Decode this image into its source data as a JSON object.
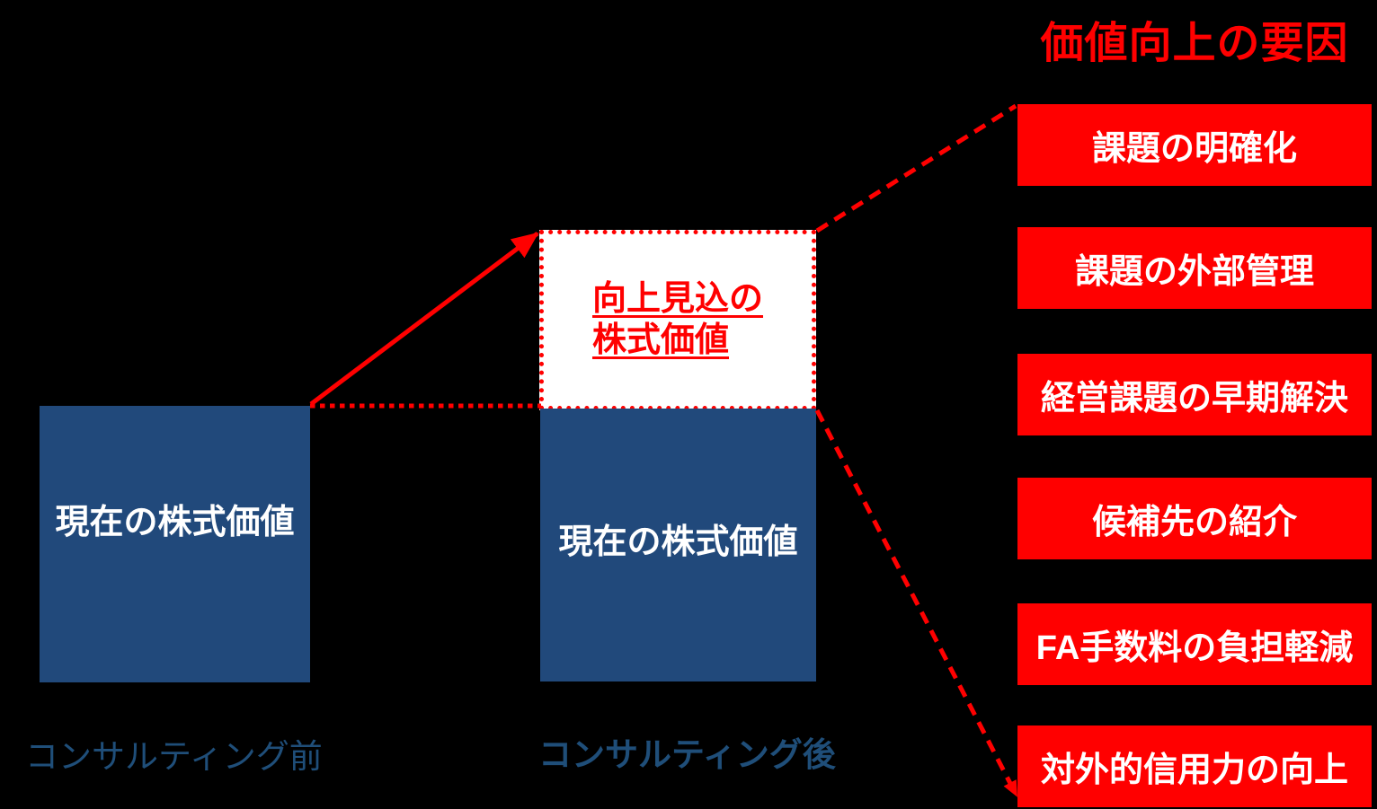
{
  "colors": {
    "background": "#000000",
    "accent_red": "#FF0000",
    "box_blue": "#21497B",
    "caption_blue": "#1F4E79",
    "white": "#FFFFFF"
  },
  "left_column": {
    "box_label": "現在の株式価値",
    "caption": "コンサルティング前"
  },
  "middle_column": {
    "upper_box_line1": "向上見込の",
    "upper_box_line2": "株式価値",
    "lower_box_label": "現在の株式価値",
    "caption": "コンサルティング後"
  },
  "right_panel": {
    "title": "価値向上の要因",
    "items": [
      {
        "label": "課題の明確化"
      },
      {
        "label": "課題の外部管理"
      },
      {
        "label": "経営課題の早期解決"
      },
      {
        "label": "候補先の紹介"
      },
      {
        "label": "FA手数料の負担軽減"
      },
      {
        "label": "対外的信用力の向上"
      }
    ]
  },
  "connectors": {
    "growth_arrow": "red-solid-arrow-up-right",
    "baseline": "red-dotted-horizontal-line",
    "fan_top": "red-dashed-line-to-panel-top",
    "fan_bottom": "red-dashed-arrow-to-panel-bottom"
  }
}
